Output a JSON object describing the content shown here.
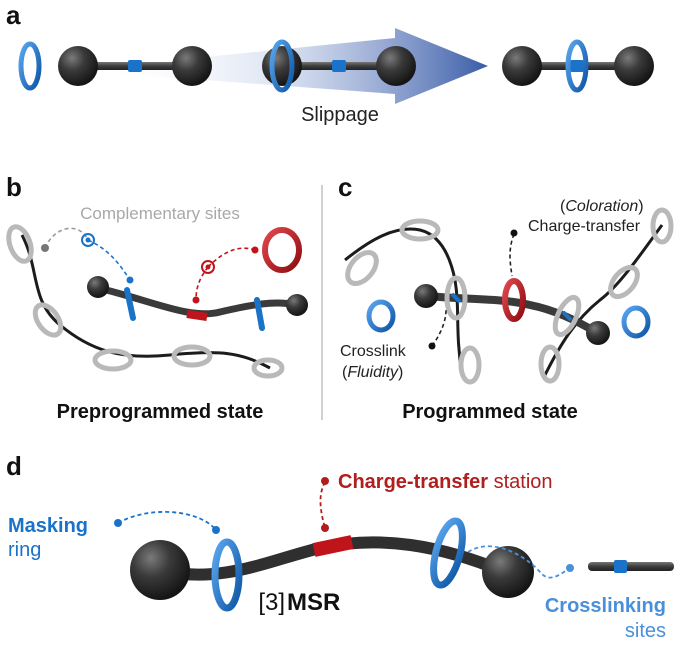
{
  "panels": {
    "a": {
      "letter": "a",
      "arrow_label": "Slippage"
    },
    "b": {
      "letter": "b",
      "annotation": "Complementary sites",
      "caption": "Preprogrammed state"
    },
    "c": {
      "letter": "c",
      "coloration": "(Coloration)",
      "coloration_word": "Coloration",
      "charge_transfer": "Charge-transfer",
      "crosslink": "Crosslink",
      "fluidity": "(Fluidity)",
      "fluidity_word": "Fluidity",
      "caption": "Programmed state"
    },
    "d": {
      "letter": "d",
      "station_bold": "Charge-transfer",
      "station_rest": " station",
      "masking_bold": "Masking",
      "masking_rest": "ring",
      "msr_prefix": "[3]",
      "msr_bold": "MSR",
      "crosslinking_bold": "Crosslinking",
      "crosslinking_rest": "sites"
    }
  },
  "colors": {
    "blue": "#1a73c9",
    "light_blue": "#4a90d9",
    "red": "#c0141b",
    "dark_red": "#b01e1e",
    "gray_ring": "#b9b9b9",
    "ball": "#2b2b2b",
    "arrow": "#3a5ca8"
  }
}
